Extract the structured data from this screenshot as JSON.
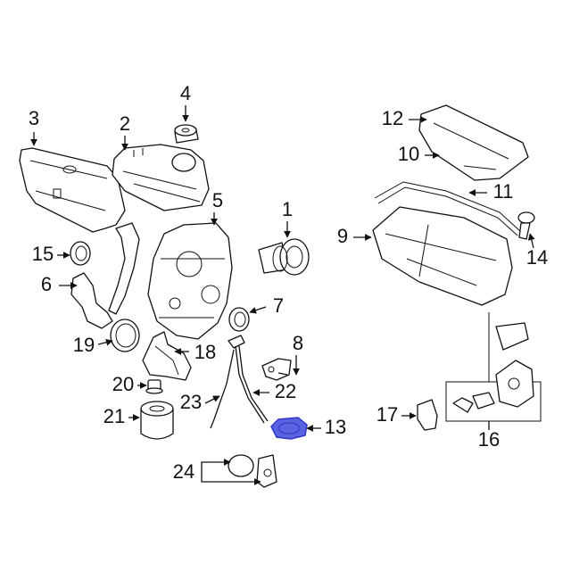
{
  "callouts": {
    "c1": "1",
    "c2": "2",
    "c3": "3",
    "c4": "4",
    "c5": "5",
    "c6": "6",
    "c7": "7",
    "c8": "8",
    "c9": "9",
    "c10": "10",
    "c11": "11",
    "c12": "12",
    "c13": "13",
    "c14": "14",
    "c15": "15",
    "c16": "16",
    "c17": "17",
    "c18": "18",
    "c19": "19",
    "c20": "20",
    "c21": "21",
    "c22": "22",
    "c23": "23",
    "c24": "24"
  },
  "colors": {
    "highlight": "#2f35c8",
    "highlight_fill": "#5a63e0",
    "line": "#111111",
    "background": "#ffffff"
  }
}
